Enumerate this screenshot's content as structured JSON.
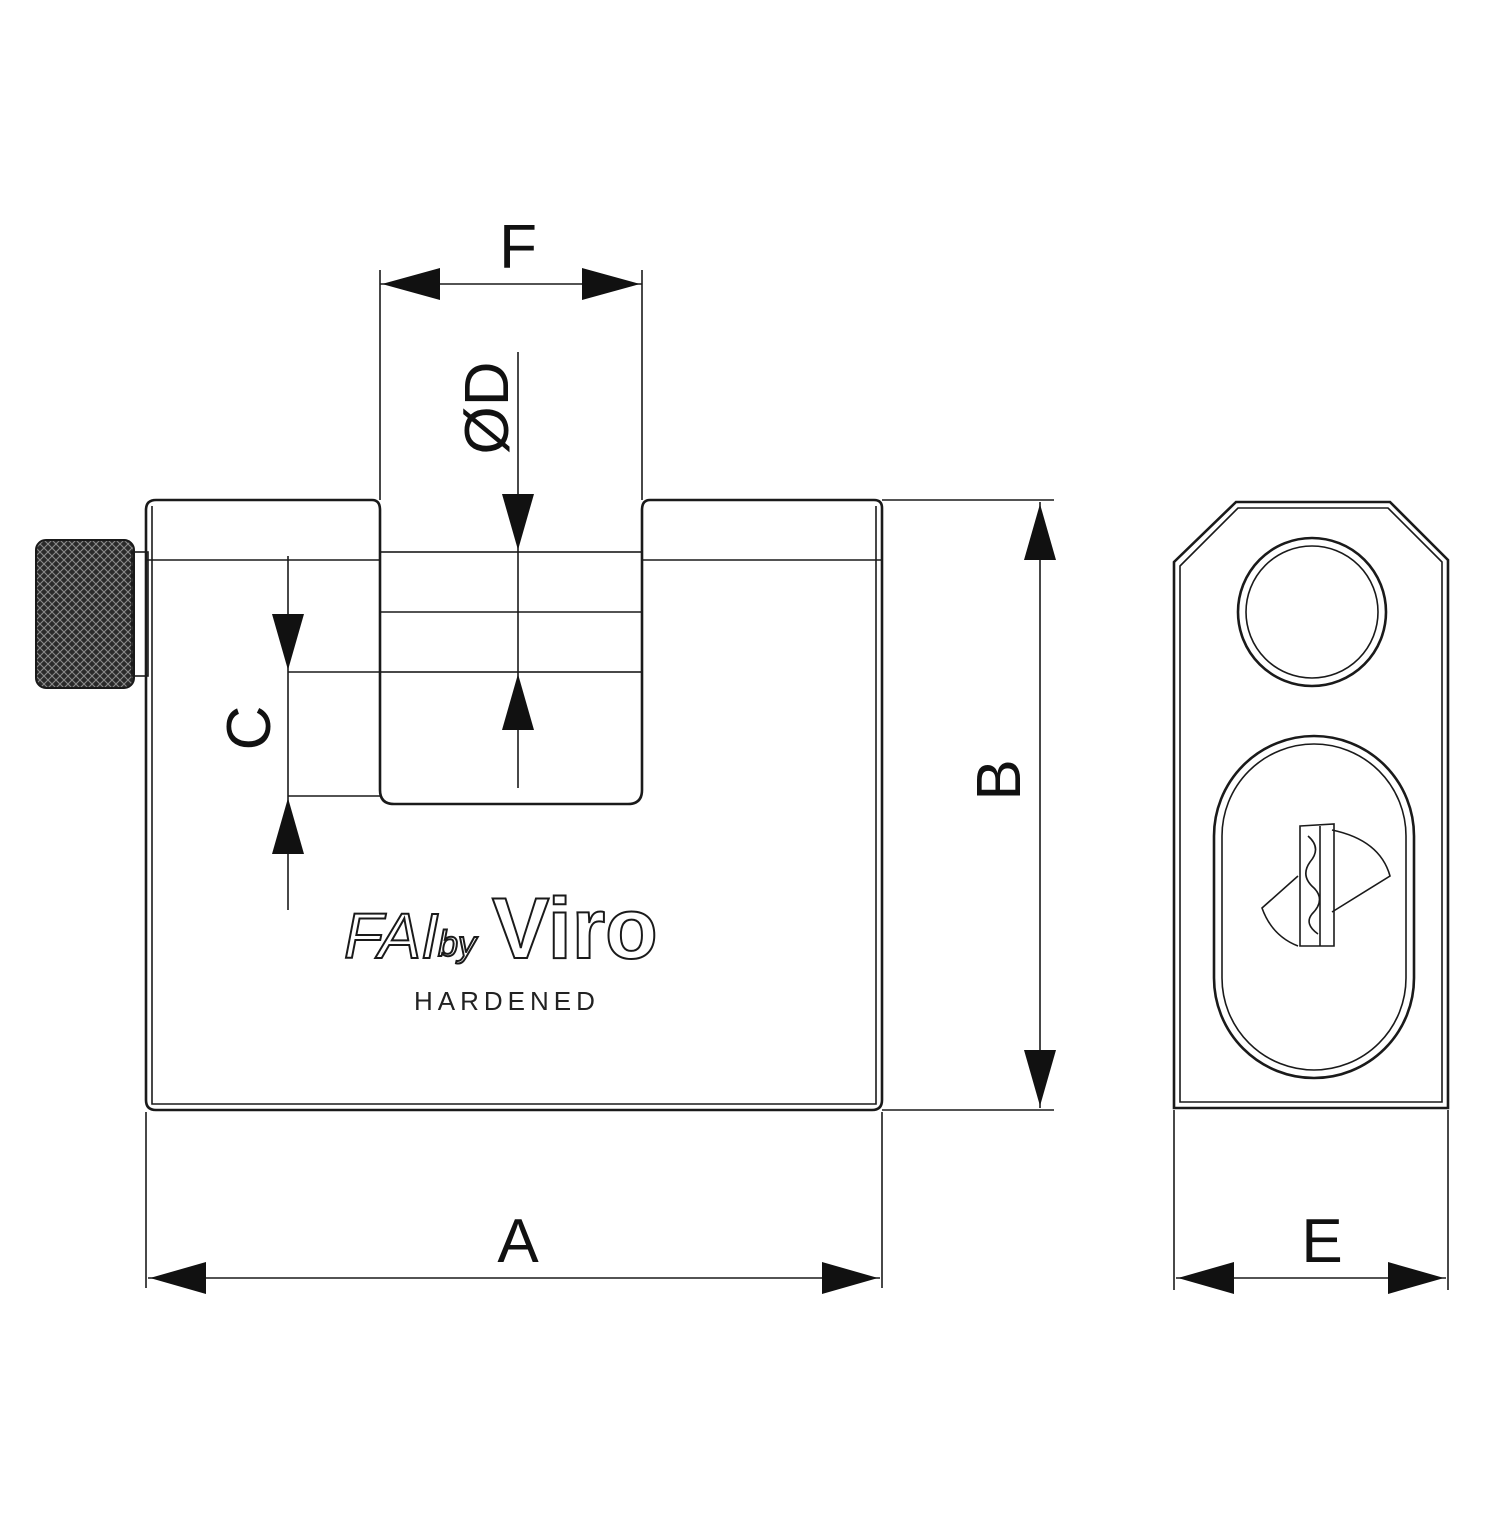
{
  "dimensions": {
    "a": "A",
    "b": "B",
    "c": "C",
    "d": "ØD",
    "e": "E",
    "f": "F"
  },
  "branding": {
    "maker": "FAI",
    "by": "by",
    "brand": "Viro",
    "engraving": "HARDENED"
  },
  "colors": {
    "line": "#1a1a1a",
    "background": "#ffffff",
    "knurl": "#2a2a2a"
  },
  "icons": {
    "knurled_knob": "knurled-knob-icon",
    "cylinder_symbol": "lock-cylinder-symbol-icon"
  }
}
